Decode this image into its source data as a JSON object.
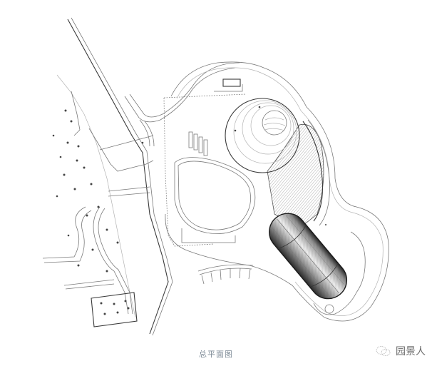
{
  "figure": {
    "caption": "总平面图",
    "watermark": {
      "icon": "wechat-icon",
      "text": "园景人"
    },
    "colors": {
      "background": "#ffffff",
      "line": "#7a7a7a",
      "dark_line": "#3a3a3a",
      "caption": "#7d8a96"
    }
  },
  "plan_elements": [
    {
      "name": "shoreline-road",
      "type": "linework"
    },
    {
      "name": "left-park-area",
      "type": "landscape"
    },
    {
      "name": "central-lawn",
      "type": "oval-lawn"
    },
    {
      "name": "spiral-tower-building",
      "type": "building"
    },
    {
      "name": "capsule-building",
      "type": "building"
    },
    {
      "name": "arc-steps",
      "type": "steps"
    },
    {
      "name": "stepped-terraces",
      "type": "steps"
    },
    {
      "name": "service-hut",
      "type": "structure"
    }
  ]
}
